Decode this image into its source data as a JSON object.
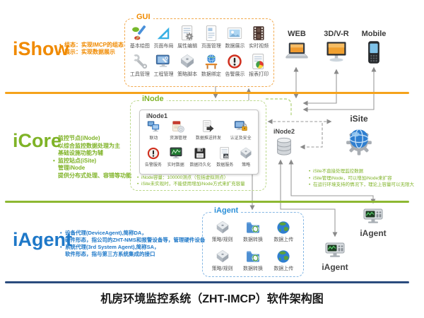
{
  "title": "机房环境监控系统（ZHT-IMCP）软件架构图",
  "colors": {
    "ishow_orange": "#F08A00",
    "icore_green": "#7FB327",
    "iagent_blue": "#1E78C8",
    "divider_orange": "#F5A21B",
    "divider_green": "#8DB832",
    "divider_navy": "#2B4C7E"
  },
  "ishow": {
    "label": "iShow",
    "bullets": [
      {
        "d": "•",
        "t": "组态：实现IMCP的组态"
      },
      {
        "d": "•",
        "t": "展示：实现数据展示"
      }
    ],
    "gui": {
      "label": "GUI",
      "modules": [
        {
          "name": "基本绘图",
          "icon": "paintbrush"
        },
        {
          "name": "页面布局",
          "icon": "set-square"
        },
        {
          "name": "属性编辑",
          "icon": "doc-gear"
        },
        {
          "name": "页面管理",
          "icon": "doc"
        },
        {
          "name": "数据展示",
          "icon": "picture"
        },
        {
          "name": "实时视频",
          "icon": "film"
        },
        {
          "name": "工具管理",
          "icon": "wrench"
        },
        {
          "name": "工程管理",
          "icon": "monitor-wrench"
        },
        {
          "name": "策略脚本",
          "icon": "keycap"
        },
        {
          "name": "数据绑定",
          "icon": "globe-desk"
        },
        {
          "name": "告警展示",
          "icon": "alarm"
        },
        {
          "name": "报表打印",
          "icon": "report"
        }
      ]
    },
    "clients": [
      {
        "name": "WEB",
        "icon": "laptop"
      },
      {
        "name": "3D/V-R",
        "icon": "monitor3d"
      },
      {
        "name": "Mobile",
        "icon": "phone"
      }
    ]
  },
  "icore": {
    "label": "iCore",
    "bullets": [
      {
        "d": "•",
        "t": "监控节点(iNode)"
      },
      {
        "d": "",
        "t": "以综合监控数据处理为主"
      },
      {
        "d": "",
        "t": "基础设施功能为辅"
      },
      {
        "d": "•",
        "t": "监控站点(iSite)"
      },
      {
        "d": "",
        "t": "管理iNode"
      },
      {
        "d": "",
        "t": "提供分布式处理、容错等功能"
      }
    ],
    "inode_box": {
      "label": "iNode",
      "inode1": {
        "label": "iNode1",
        "row1": [
          {
            "name": "联动",
            "icon": "linked-pcs"
          },
          {
            "name": "资源管理",
            "icon": "app-box"
          },
          {
            "name": "数据推送转发",
            "icon": "doc-arrow"
          },
          {
            "name": "认证及安全",
            "icon": "pc-lock"
          }
        ],
        "row2": [
          {
            "name": "告警服务",
            "icon": "alarm"
          },
          {
            "name": "实时数据",
            "icon": "monitor-wave"
          },
          {
            "name": "数据持久化",
            "icon": "floppy"
          },
          {
            "name": "数据服务",
            "icon": "doc-chart"
          },
          {
            "name": "策略",
            "icon": "keycap"
          }
        ]
      },
      "notes": [
        {
          "d": "•",
          "t": "iNode容量：100000测点（包括虚拟测点）"
        },
        {
          "d": "•",
          "t": "iSite未实现时，不能使用增加iNode方式来扩充容量"
        }
      ]
    },
    "inode2": {
      "label": "iNode2",
      "icon": "db"
    },
    "isite": {
      "label": "iSite",
      "icon": "globe-gear"
    },
    "isite_notes": [
      {
        "d": "•",
        "t": "iSite不直接处理监控数据"
      },
      {
        "d": "•",
        "t": "iSite管理iNode，可以增加iNode来扩容"
      },
      {
        "d": "•",
        "t": "在运行环境支持的情况下，理论上容量可以无限大"
      }
    ]
  },
  "iagent": {
    "label": "iAgent",
    "bullets": [
      {
        "d": "•",
        "t": "设备代理(DeviceAgent),简称DA，"
      },
      {
        "d": "",
        "t": "硬件形态，指公司的ZHT-NMS和报警设备等，管理硬件设备"
      },
      {
        "d": "•",
        "t": "系统代理(3rd System Agent),简称SA，"
      },
      {
        "d": "",
        "t": "软件形态，指与第三方系统集成的接口"
      }
    ],
    "box": {
      "label": "iAgent",
      "modules": [
        {
          "name": "策略/规则",
          "icon": "keycap"
        },
        {
          "name": "数据转换",
          "icon": "folder-sync"
        },
        {
          "name": "数据上传",
          "icon": "globe"
        },
        {
          "name": "策略/规则",
          "icon": "keycap"
        },
        {
          "name": "数据转换",
          "icon": "folder-sync"
        },
        {
          "name": "数据上传",
          "icon": "globe"
        }
      ]
    },
    "devices": [
      {
        "label": "iAgent",
        "icon": "device"
      },
      {
        "label": "iAgent",
        "icon": "device"
      }
    ]
  }
}
